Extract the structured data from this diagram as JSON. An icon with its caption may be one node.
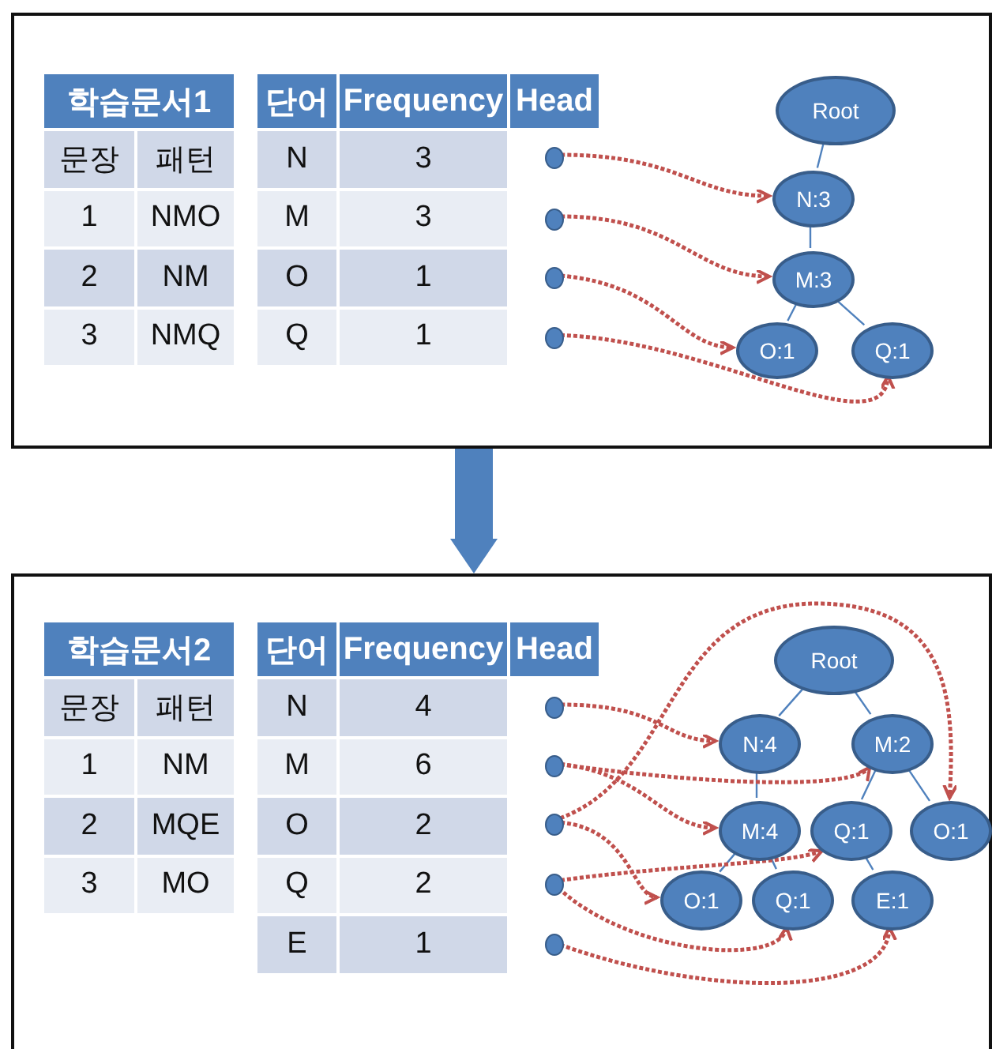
{
  "diagram": {
    "nodes": [
      {
        "text": [],
        "shape": "box"
      },
      {
        "text": [],
        "shape": "circle",
        "in": 0
      },
      {
        "text": [],
        "shape": "circle",
        "in": 0
      },
      {
        "text": [],
        "shape": "circle",
        "in": 0
      },
      {
        "text": [],
        "shape": "circle",
        "in": 0
      },
      {
        "text": [
          "Root"
        ],
        "in": 0
      },
      {
        "text": [
          "N:3"
        ],
        "in": 0
      },
      {
        "text": [
          "M:3"
        ],
        "in": 0
      },
      {
        "text": [
          "O:1"
        ],
        "in": 0
      },
      {
        "text": [
          "Q:1"
        ],
        "in": 0
      },
      {
        "text": [],
        "shape": "box"
      },
      {
        "text": [],
        "shape": "circle",
        "in": 10
      },
      {
        "text": [],
        "shape": "circle",
        "in": 10
      },
      {
        "text": [],
        "shape": "circle",
        "in": 10
      },
      {
        "text": [],
        "shape": "circle",
        "in": 10
      },
      {
        "text": [],
        "shape": "circle",
        "in": 10
      },
      {
        "text": [
          "Root"
        ],
        "in": 10
      },
      {
        "text": [
          "N:4"
        ],
        "in": 10
      },
      {
        "text": [
          "M:2"
        ],
        "in": 10
      },
      {
        "text": [
          "M:4"
        ],
        "in": 10
      },
      {
        "text": [
          "Q:1"
        ],
        "in": 10
      },
      {
        "text": [
          "O:1"
        ],
        "in": 10
      },
      {
        "text": [
          "O:1"
        ],
        "in": 10
      },
      {
        "text": [
          "Q:1"
        ],
        "in": 10
      },
      {
        "text": [
          "E:1"
        ],
        "in": 10
      }
    ],
    "edges": [
      {
        "from": 5,
        "to": 6,
        "arrow": "none"
      },
      {
        "from": 6,
        "to": 7,
        "arrow": "none"
      },
      {
        "from": 7,
        "to": 8,
        "arrow": "none"
      },
      {
        "from": 7,
        "to": 9,
        "arrow": "none"
      },
      {
        "from": 1,
        "to": 6,
        "arrow": "to",
        "style": "dashed",
        "color": "#c0504d"
      },
      {
        "from": 2,
        "to": 7,
        "arrow": "to",
        "style": "dashed",
        "color": "#c0504d"
      },
      {
        "from": 3,
        "to": 8,
        "arrow": "to",
        "style": "dashed",
        "color": "#c0504d"
      },
      {
        "from": 4,
        "to": 9,
        "arrow": "to",
        "style": "dashed",
        "color": "#c0504d"
      },
      {
        "from": 0,
        "to": 10,
        "arrow": "to",
        "style": "thick"
      },
      {
        "from": 16,
        "to": 17,
        "arrow": "none"
      },
      {
        "from": 16,
        "to": 18,
        "arrow": "none"
      },
      {
        "from": 17,
        "to": 19,
        "arrow": "none"
      },
      {
        "from": 19,
        "to": 22,
        "arrow": "none"
      },
      {
        "from": 19,
        "to": 23,
        "arrow": "none"
      },
      {
        "from": 18,
        "to": 20,
        "arrow": "none"
      },
      {
        "from": 18,
        "to": 21,
        "arrow": "none"
      },
      {
        "from": 20,
        "to": 24,
        "arrow": "none"
      },
      {
        "from": 11,
        "to": 17,
        "arrow": "to",
        "style": "dashed",
        "color": "#c0504d"
      },
      {
        "from": 12,
        "to": 18,
        "arrow": "to",
        "style": "dashed",
        "color": "#c0504d"
      },
      {
        "from": 12,
        "to": 19,
        "arrow": "to",
        "style": "dashed",
        "color": "#c0504d"
      },
      {
        "from": 13,
        "to": 21,
        "arrow": "to",
        "style": "dashed",
        "color": "#c0504d"
      },
      {
        "from": 13,
        "to": 22,
        "arrow": "to",
        "style": "dashed",
        "color": "#c0504d"
      },
      {
        "from": 14,
        "to": 20,
        "arrow": "to",
        "style": "dashed",
        "color": "#c0504d"
      },
      {
        "from": 14,
        "to": 23,
        "arrow": "to",
        "style": "dashed",
        "color": "#c0504d"
      },
      {
        "from": 15,
        "to": 24,
        "arrow": "to",
        "style": "dashed",
        "color": "#c0504d"
      }
    ],
    "labels": [
      "학습문서1",
      "단어",
      "Frequency",
      "Head",
      "문장",
      "패턴",
      "N",
      "3",
      "1",
      "NMO",
      "M",
      "3",
      "2",
      "NM",
      "O",
      "1",
      "3",
      "NMQ",
      "Q",
      "1",
      "학습문서2",
      "단어",
      "Frequency",
      "Head",
      "문장",
      "패턴",
      "N",
      "4",
      "1",
      "NM",
      "M",
      "6",
      "2",
      "MQE",
      "O",
      "2",
      "3",
      "MO",
      "Q",
      "2",
      "E",
      "1"
    ]
  }
}
